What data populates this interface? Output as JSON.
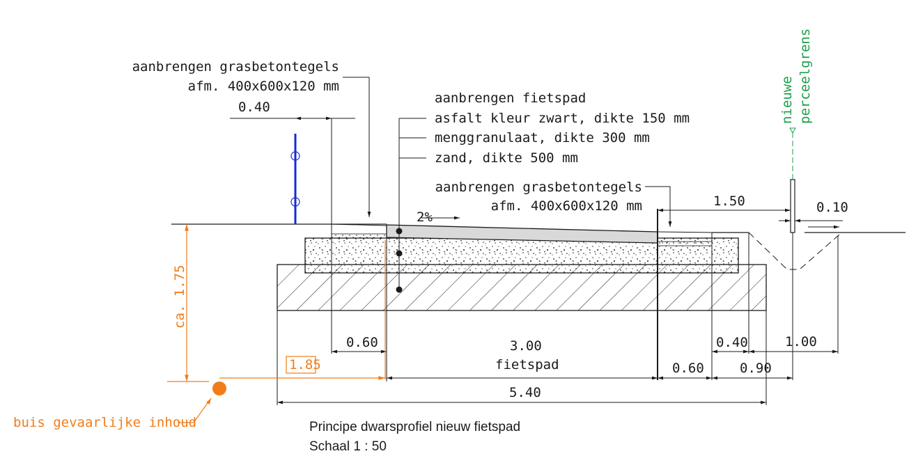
{
  "colors": {
    "ink": "#1a1a1a",
    "pipe": "#f07d19",
    "boundary": "#1e9e4a",
    "post": "#1a2ad0",
    "asphalt": "#d9d9d9"
  },
  "labels": {
    "top_left_line1": "aanbrengen grasbetontegels",
    "top_left_line2": "afm. 400x600x120 mm",
    "dim_040_top": "0.40",
    "fietspad_head": "aanbrengen fietspad",
    "layer1": "asfalt kleur zwart, dikte 150 mm",
    "layer2": "menggranulaat, dikte 300 mm",
    "layer3": "zand, dikte 500 mm",
    "right_line1": "aanbrengen grasbetontegels",
    "right_line2": "afm. 400x600x120 mm",
    "dim_150": "1.50",
    "dim_010": "0.10",
    "slope": "2%",
    "boundary_line1": "nieuwe",
    "boundary_line2": "perceelgrens",
    "dim_ca175": "ca. 1.75",
    "dim_060_left": "0.60",
    "dim_300": "3.00",
    "fietspad": "fietspad",
    "dim_040_right": "0.40",
    "dim_100": "1.00",
    "dim_185": "1.85",
    "dim_060_right": "0.60",
    "dim_090": "0.90",
    "dim_540": "5.40",
    "pipe_label": "buis gevaarlijke inhoud",
    "caption1": "Principe dwarsprofiel nieuw fietspad",
    "caption2": "Schaal 1 : 50"
  }
}
